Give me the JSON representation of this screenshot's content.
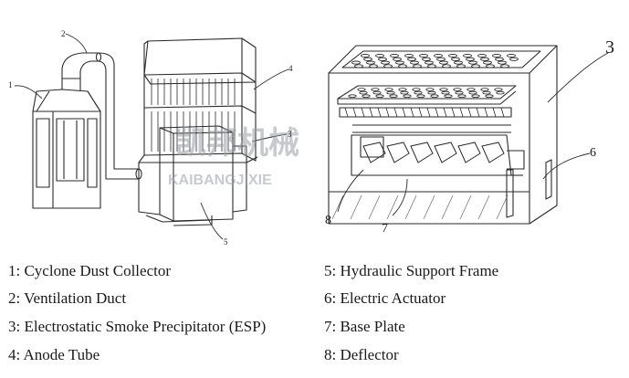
{
  "callouts": {
    "left": [
      "1",
      "2",
      "3",
      "4",
      "5"
    ],
    "right": [
      "3",
      "6",
      "7",
      "8"
    ]
  },
  "watermark": {
    "main": "凯邦机械",
    "sub": "KAIBANGJIXIE"
  },
  "legend": [
    {
      "label": "1: Cyclone Dust Collector"
    },
    {
      "label": "5: Hydraulic Support Frame"
    },
    {
      "label": "2: Ventilation Duct"
    },
    {
      "label": "6: Electric Actuator"
    },
    {
      "label": "3: Electrostatic Smoke Precipitator (ESP)"
    },
    {
      "label": "7: Base Plate"
    },
    {
      "label": "4: Anode Tube"
    },
    {
      "label": "8: Deflector"
    }
  ]
}
